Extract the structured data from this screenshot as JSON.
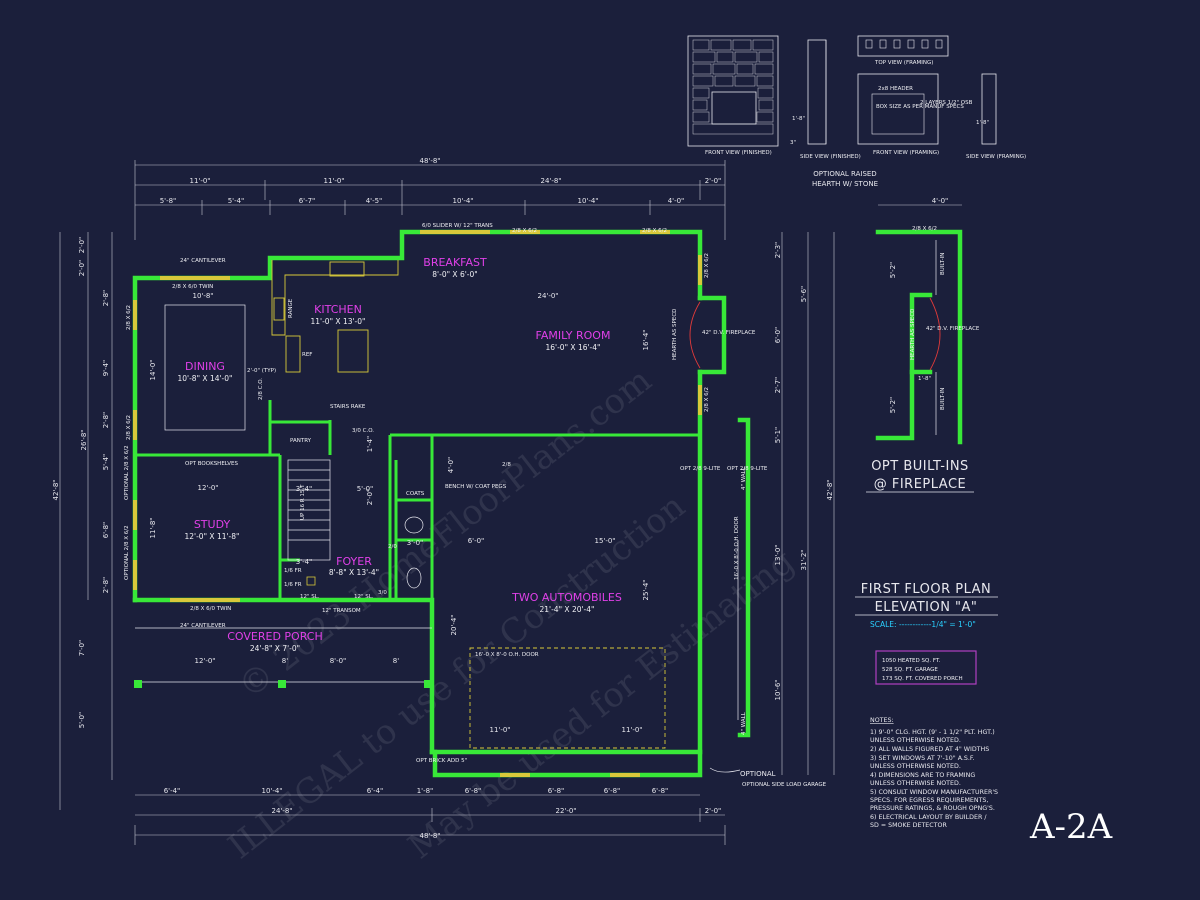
{
  "dimensions": {
    "overall_top": "48'-8\"",
    "overall_bottom": "48'-8\"",
    "top_row1": [
      "11'-0\"",
      "11'-0\"",
      "24'-8\"",
      "2'-0\""
    ],
    "top_row2": [
      "5'-8\"",
      "5'-4\"",
      "6'-7\"",
      "4'-5\"",
      "10'-4\"",
      "10'-4\"",
      "4'-0\""
    ],
    "bottom_row1": [
      "6'-4\"",
      "10'-4\"",
      "6'-4\"",
      "1'-8\"",
      "6'-8\"",
      "6'-8\"",
      "6'-8\"",
      "6'-8\""
    ],
    "bottom_row2": [
      "24'-8\"",
      "22'-0\"",
      "2'-0\""
    ],
    "left_overall": "42'-8\"",
    "left_inner": "26'-8\"",
    "left_col": [
      "2'-0\"",
      "2'-0\"",
      "2'-8\"",
      "9'-4\"",
      "2'-8\"",
      "5'-4\"",
      "6'-8\"",
      "2'-8\"",
      "7'-0\"",
      "5'-0\""
    ],
    "right_overall": "42'-8\"",
    "right_inner": "31'-2\"",
    "right_col": [
      "2'-3\"",
      "5'-6\"",
      "6'-0\"",
      "2'-7\"",
      "5'-1\"",
      "13'-0\"",
      "10'-6\""
    ],
    "misc": [
      "24'-0\"",
      "10'-8\"",
      "12'-0\"",
      "15'-0\"",
      "6'-0\"",
      "11'-0\"",
      "11'-0\"",
      "12'-0\"",
      "8'-0\"",
      "8'",
      "8'",
      "3'-4\"",
      "3'-4\"",
      "3'-0\"",
      "5'-0\"",
      "16'-4\"",
      "14'-0\"",
      "11'-8\"",
      "25'-4\"",
      "20'-4\"",
      "4'-0\"",
      "1'-4\"",
      "2'-0\""
    ]
  },
  "rooms": {
    "breakfast": {
      "name": "BREAKFAST",
      "size": "8'-0\" X 6'-0\""
    },
    "kitchen": {
      "name": "KITCHEN",
      "size": "11'-0\" X 13'-0\""
    },
    "dining": {
      "name": "DINING",
      "size": "10'-8\" X 14'-0\""
    },
    "family": {
      "name": "FAMILY ROOM",
      "size": "16'-0\" X 16'-4\""
    },
    "study": {
      "name": "STUDY",
      "size": "12'-0\" X 11'-8\""
    },
    "foyer": {
      "name": "FOYER",
      "size": "8'-8\" X 13'-4\""
    },
    "garage": {
      "name": "TWO AUTOMOBILES",
      "size": "21'-4\" X 20'-4\""
    },
    "porch": {
      "name": "COVERED PORCH",
      "size": "24'-8\" X 7'-0\""
    }
  },
  "labels": {
    "cantilever_top": "24\" CANTILEVER",
    "cantilever_bottom": "24\" CANTILEVER",
    "dining_window": "2/8 X 6/0 TWIN",
    "study_window": "2/8 X 6/0 TWIN",
    "slider": "6/0 SLIDER W/ 12\" TRANS",
    "window_26": "2/8 X 6/2",
    "opt_bookshelves": "OPT BOOKSHELVES",
    "pantry": "PANTRY",
    "stairs_rake": "STAIRS RAKE",
    "coats": "COATS",
    "bench": "BENCH W/ COAT PEGS",
    "transom": "12\" TRANSOM",
    "sl": "12\" SL.",
    "fireplace": "42\" D.V. FIREPLACE",
    "hearth": "HEARTH AS SPECD",
    "ref": "REF",
    "range": "RANGE",
    "ohd": "16'-0 X 8'-0 O.H. DOOR",
    "ohd_side": "16'-0 X 8'-0 O.H. DOOR",
    "opt_brick": "OPT BRICK ADD 5\"",
    "side_load": "OPTIONAL SIDE LOAD GARAGE",
    "s_lite": "OPT 2/8 9-LITE",
    "built_in": "BUILT-IN",
    "wall_4": "4\" WALL",
    "up": "UP 16 R 15 T",
    "typ": "2'-0\" (TYP)",
    "door_28": "2/8",
    "door_30": "3/0",
    "door_20": "2/0",
    "co_28": "2/8 C.O.",
    "co_30": "3/0 C.O.",
    "fr_16": "1/6 FR",
    "ceiling_note": "9'-0\"",
    "opt_win": "OPTIONAL 2/8 X 6/2"
  },
  "fireplace_detail": {
    "front_view_finished": "FRONT VIEW (FINISHED)",
    "side_view_finished": "SIDE VIEW (FINISHED)",
    "top_view_framing": "TOP VIEW (FRAMING)",
    "front_view_framing": "FRONT VIEW (FRAMING)",
    "side_view_framing": "SIDE VIEW (FRAMING)",
    "header": "2x8 HEADER",
    "box_size": "BOX SIZE AS PER MANUF SPECS",
    "layers": "2 LAYERS 1/2\" OSB",
    "dim_1_8": "1'-8\"",
    "dim_3": "3\"",
    "caption1": "OPTIONAL RAISED",
    "caption2": "HEARTH W/ STONE"
  },
  "builtins_detail": {
    "dim_top": "4'-0\"",
    "dims_left": [
      "5'-2\"",
      "5'-2\""
    ],
    "dim_fp": "1'-8\"",
    "fp": "42\" D.V. FIREPLACE",
    "hearth": "HEARTH AS SPECD",
    "built_in": "BUILT-IN",
    "window": "2/8 X 6/2",
    "title1": "OPT BUILT-INS",
    "title2": "@ FIREPLACE"
  },
  "plan_title": {
    "line1": "FIRST FLOOR PLAN",
    "line2": "ELEVATION \"A\"",
    "scale": "SCALE: ------------1/4\" = 1'-0\""
  },
  "area_box": {
    "heated": "1050 HEATED SQ. FT.",
    "garage": "528 SQ. FT. GARAGE",
    "porch": "173 SQ. FT. COVERED PORCH"
  },
  "notes": {
    "heading": "NOTES:",
    "items": [
      "1) 9'-0\" CLG. HGT. (9' - 1 1/2\" PLT. HGT.)",
      "    UNLESS OTHERWISE NOTED.",
      "2)  ALL  WALLS FIGURED AT 4\" WIDTHS",
      "3) SET WINDOWS AT 7'-10\" A.S.F.",
      "    UNLESS OTHERWISE NOTED.",
      "4) DIMENSIONS ARE TO FRAMING",
      "    UNLESS OTHERWISE NOTED.",
      "5)  CONSULT WINDOW MANUFACTURER'S",
      "    SPECS. FOR EGRESS REQUIREMENTS,",
      "    PRESSURE RATINGS, & ROUGH OPNG'S.",
      "6)  ELECTRICAL LAYOUT BY BUILDER /",
      "    SD = SMOKE DETECTOR"
    ]
  },
  "sheet_number": "A-2A",
  "watermark": {
    "line1": "© 2023 HomeFloorPlans.com",
    "line2": "ILLEGAL to use for Construction",
    "line3": "May be used for Estimating"
  },
  "colors": {
    "background": "#1b1f3b",
    "walls": "#38e838",
    "room_labels": "#e040e8",
    "scale": "#2ad0ff",
    "fixtures": "#d8c93a"
  }
}
